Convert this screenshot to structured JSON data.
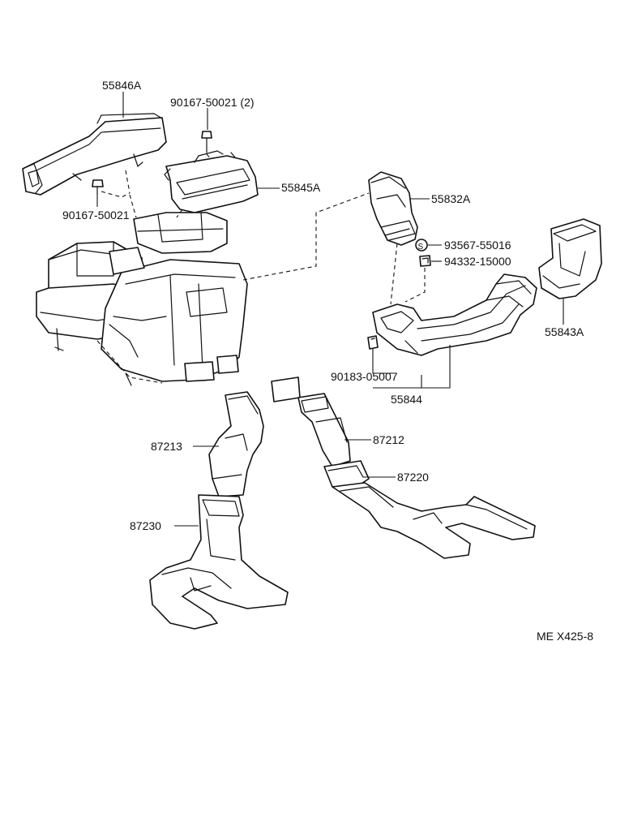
{
  "labels": {
    "p55846A": "55846A",
    "p90167_50021_2": "90167-50021 (2)",
    "p55845A": "55845A",
    "p90167_50021": "90167-50021",
    "p55832A": "55832A",
    "p93567_55016": "93567-55016",
    "p94332_15000": "94332-15000",
    "p55843A": "55843A",
    "p90183_05007": "90183-05007",
    "p55844": "55844",
    "p87213": "87213",
    "p87212": "87212",
    "p87220": "87220",
    "p87230": "87230",
    "clip_symbol": "S"
  },
  "reference": "ME X425-8"
}
